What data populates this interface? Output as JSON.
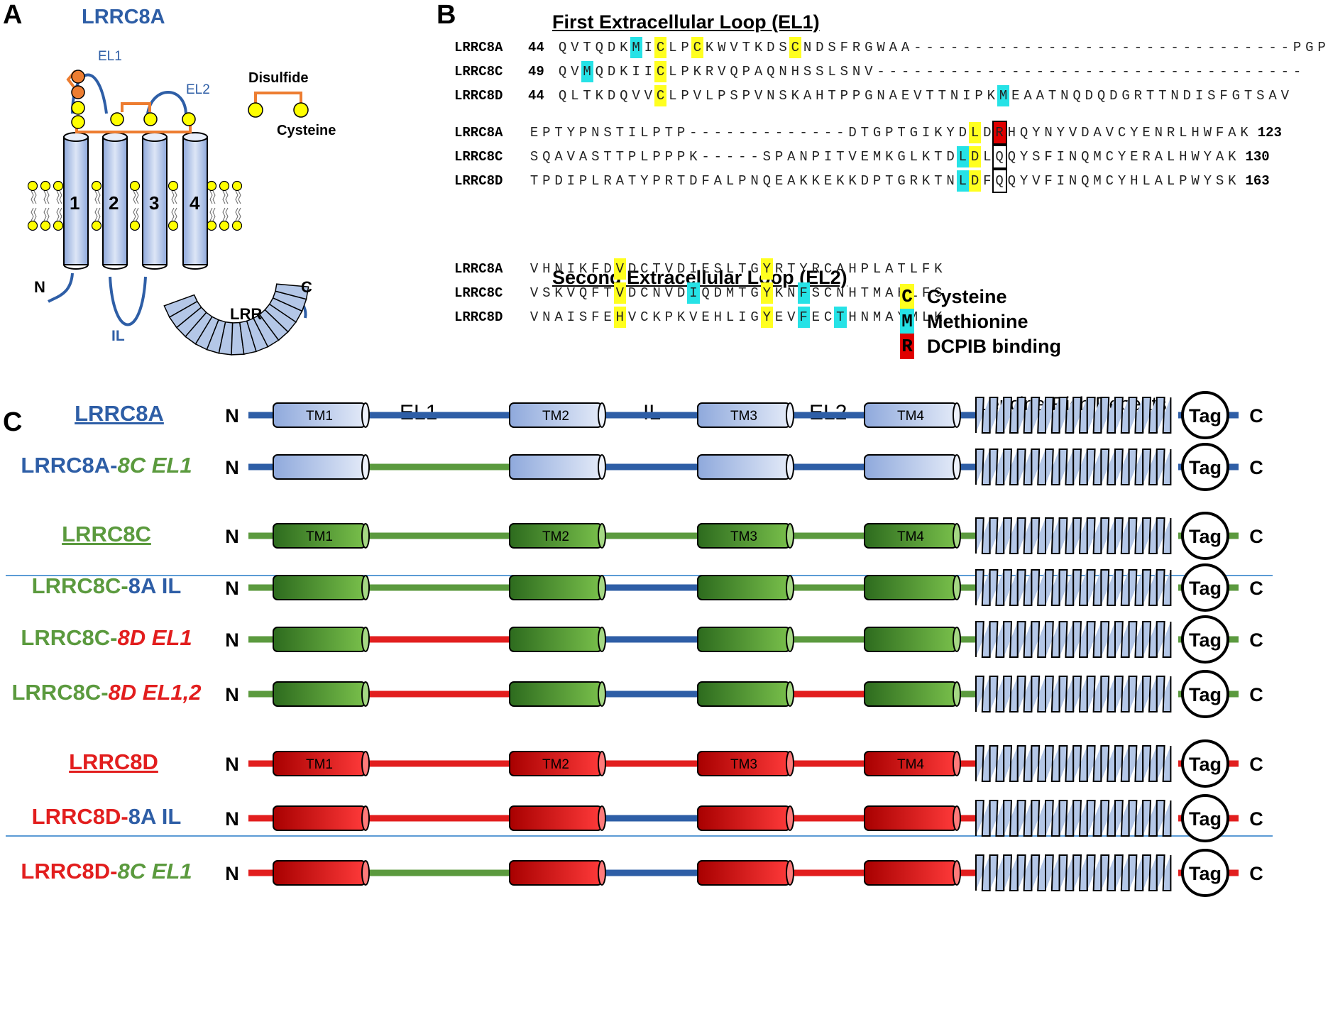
{
  "panel_labels": {
    "a": "A",
    "b": "B",
    "c": "C"
  },
  "panelA": {
    "title": "LRRC8A",
    "el1": "EL1",
    "el2": "EL2",
    "il": "IL",
    "n_term": "N",
    "c_term": "C",
    "lrr": "LRR",
    "tm_numbers": [
      "1",
      "2",
      "3",
      "4"
    ],
    "legend_disulfide": "Disulfide",
    "legend_cysteine": "Cysteine",
    "colors": {
      "blue": "#2e5ea6",
      "orange": "#ed7d31",
      "yellow": "#ffff00",
      "helix": "#b4c7e7"
    }
  },
  "panelB": {
    "el1_header": "First Extracellular Loop (EL1)",
    "el2_header": "Second Extracellular Loop (EL2)",
    "blocks": [
      {
        "rows": [
          {
            "name": "LRRC8A",
            "start": "44",
            "seq": "QVTQDKMICLPCKWVTKDSCNDSFRGWAA-------------------------------PGP",
            "end": "",
            "C": [
              8,
              11,
              19
            ],
            "M": [
              6
            ],
            "R": [],
            "box": []
          },
          {
            "name": "LRRC8C",
            "start": "49",
            "seq": "QVMQDKIICLPKRVQPAQNHSSLSNV-----------------------------------",
            "end": "",
            "C": [
              8
            ],
            "M": [
              2
            ],
            "R": [],
            "box": []
          },
          {
            "name": "LRRC8D",
            "start": "44",
            "seq": "QLTKDQVVCLPVLPSPVNSKAHTPPGNAEVTTNIPKMEAATNQDQDGRTTNDISFGTSAV",
            "end": "",
            "C": [
              8
            ],
            "M": [
              36
            ],
            "R": [],
            "box": []
          }
        ]
      },
      {
        "rows": [
          {
            "name": "LRRC8A",
            "start": "",
            "seq": "EPTYPNSTILPTP-------------DTGPTGIKYDLDRHQYNYVDAVCYENRLHWFAK",
            "end": "123",
            "C": [
              36
            ],
            "M": [],
            "R": [
              38
            ],
            "box": [
              38
            ]
          },
          {
            "name": "LRRC8C",
            "start": "",
            "seq": "SQAVASTTPLPPPK-----SPANPITVEMKGLKTDLDLQQYSFINQMCYERALHWYAK",
            "end": "130",
            "C": [
              36
            ],
            "M": [
              35
            ],
            "R": [],
            "box": [
              38
            ]
          },
          {
            "name": "LRRC8D",
            "start": "",
            "seq": "TPDIPLRATYPRTDFALPNQEAKKEKKDPTGRKTNLDFQQYVFINQMCYHLALPWYSK",
            "end": "163",
            "C": [
              36
            ],
            "M": [
              35
            ],
            "R": [],
            "box": [
              38
            ]
          }
        ]
      },
      {
        "rows": [
          {
            "name": "LRRC8A",
            "start": "",
            "seq": "VHNIKFDVDCTVDIESLTGYRTYRCAHPLATLFK",
            "end": "",
            "C": [
              7,
              19
            ],
            "M": [],
            "R": [],
            "box": []
          },
          {
            "name": "LRRC8C",
            "start": "",
            "seq": "VSKVQFTVDCNVDIQDMTGYKNFSCNHTMAHLFS",
            "end": "",
            "C": [
              7,
              19
            ],
            "M": [
              13,
              22
            ],
            "R": [],
            "box": []
          },
          {
            "name": "LRRC8D",
            "start": "",
            "seq": "VNAISFEHVCKPKVEHLIGYEVFECTHNMAYMLK",
            "end": "",
            "C": [
              7,
              19
            ],
            "M": [
              22,
              25
            ],
            "R": [],
            "box": []
          }
        ]
      }
    ],
    "legend": [
      {
        "letter": "C",
        "label": "Cysteine",
        "color": "#ffff1f"
      },
      {
        "letter": "M",
        "label": "Methionine",
        "color": "#26e2e6"
      },
      {
        "letter": "R",
        "label": "DCPIB binding",
        "color": "#e00000"
      }
    ]
  },
  "panelC": {
    "col_labels": {
      "el1": "EL1",
      "il": "IL",
      "el2": "EL2",
      "lrr": "Leucine-Rich Repeats"
    },
    "tag": "Tag",
    "n_term": "N",
    "c_term": "C",
    "tm_labels": [
      "TM1",
      "TM2",
      "TM3",
      "TM4"
    ],
    "colors": {
      "blue": "#2e5ea6",
      "green": "#5b9a3e",
      "red": "#e21e1e"
    },
    "constructs": [
      {
        "label_parts": [
          {
            "text": "LRRC8A",
            "color": "#2e5ea6",
            "italic": false,
            "underline": true
          }
        ],
        "tm_color": "blue",
        "loops": [
          "blue",
          "blue",
          "blue"
        ],
        "ends": "blue",
        "show_tm_labels": true
      },
      {
        "label_parts": [
          {
            "text": "LRRC8A-",
            "color": "#2e5ea6",
            "italic": false
          },
          {
            "text": "8C EL1",
            "color": "#5b9a3e",
            "italic": true
          }
        ],
        "tm_color": "blue",
        "loops": [
          "green",
          "blue",
          "blue"
        ],
        "ends": "blue",
        "show_tm_labels": false
      },
      {
        "label_parts": [
          {
            "text": "LRRC8C",
            "color": "#5b9a3e",
            "italic": false,
            "underline": true
          }
        ],
        "tm_color": "green",
        "loops": [
          "green",
          "green",
          "green"
        ],
        "ends": "green",
        "show_tm_labels": true
      },
      {
        "label_parts": [
          {
            "text": "LRRC8C-",
            "color": "#5b9a3e",
            "italic": false
          },
          {
            "text": "8A IL",
            "color": "#2e5ea6",
            "italic": false
          }
        ],
        "tm_color": "green",
        "loops": [
          "green",
          "blue",
          "green"
        ],
        "ends": "green",
        "show_tm_labels": false
      },
      {
        "label_parts": [
          {
            "text": "LRRC8C-",
            "color": "#5b9a3e",
            "italic": false
          },
          {
            "text": "8D EL1",
            "color": "#e21e1e",
            "italic": true
          }
        ],
        "tm_color": "green",
        "loops": [
          "red",
          "blue",
          "green"
        ],
        "ends": "green",
        "show_tm_labels": false
      },
      {
        "label_parts": [
          {
            "text": "LRRC8C-",
            "color": "#5b9a3e",
            "italic": false
          },
          {
            "text": "8D EL1,2",
            "color": "#e21e1e",
            "italic": true
          }
        ],
        "tm_color": "green",
        "loops": [
          "red",
          "blue",
          "red"
        ],
        "ends": "green",
        "show_tm_labels": false
      },
      {
        "label_parts": [
          {
            "text": "LRRC8D",
            "color": "#e21e1e",
            "italic": false,
            "underline": true
          }
        ],
        "tm_color": "red",
        "loops": [
          "red",
          "red",
          "red"
        ],
        "ends": "red",
        "show_tm_labels": true
      },
      {
        "label_parts": [
          {
            "text": "LRRC8D-",
            "color": "#e21e1e",
            "italic": false
          },
          {
            "text": "8A IL",
            "color": "#2e5ea6",
            "italic": false
          }
        ],
        "tm_color": "red",
        "loops": [
          "red",
          "blue",
          "red"
        ],
        "ends": "red",
        "show_tm_labels": false
      },
      {
        "label_parts": [
          {
            "text": "LRRC8D-",
            "color": "#e21e1e",
            "italic": false
          },
          {
            "text": "8C EL1",
            "color": "#5b9a3e",
            "italic": true
          }
        ],
        "tm_color": "red",
        "loops": [
          "green",
          "blue",
          "red"
        ],
        "ends": "red",
        "show_tm_labels": false
      }
    ]
  }
}
